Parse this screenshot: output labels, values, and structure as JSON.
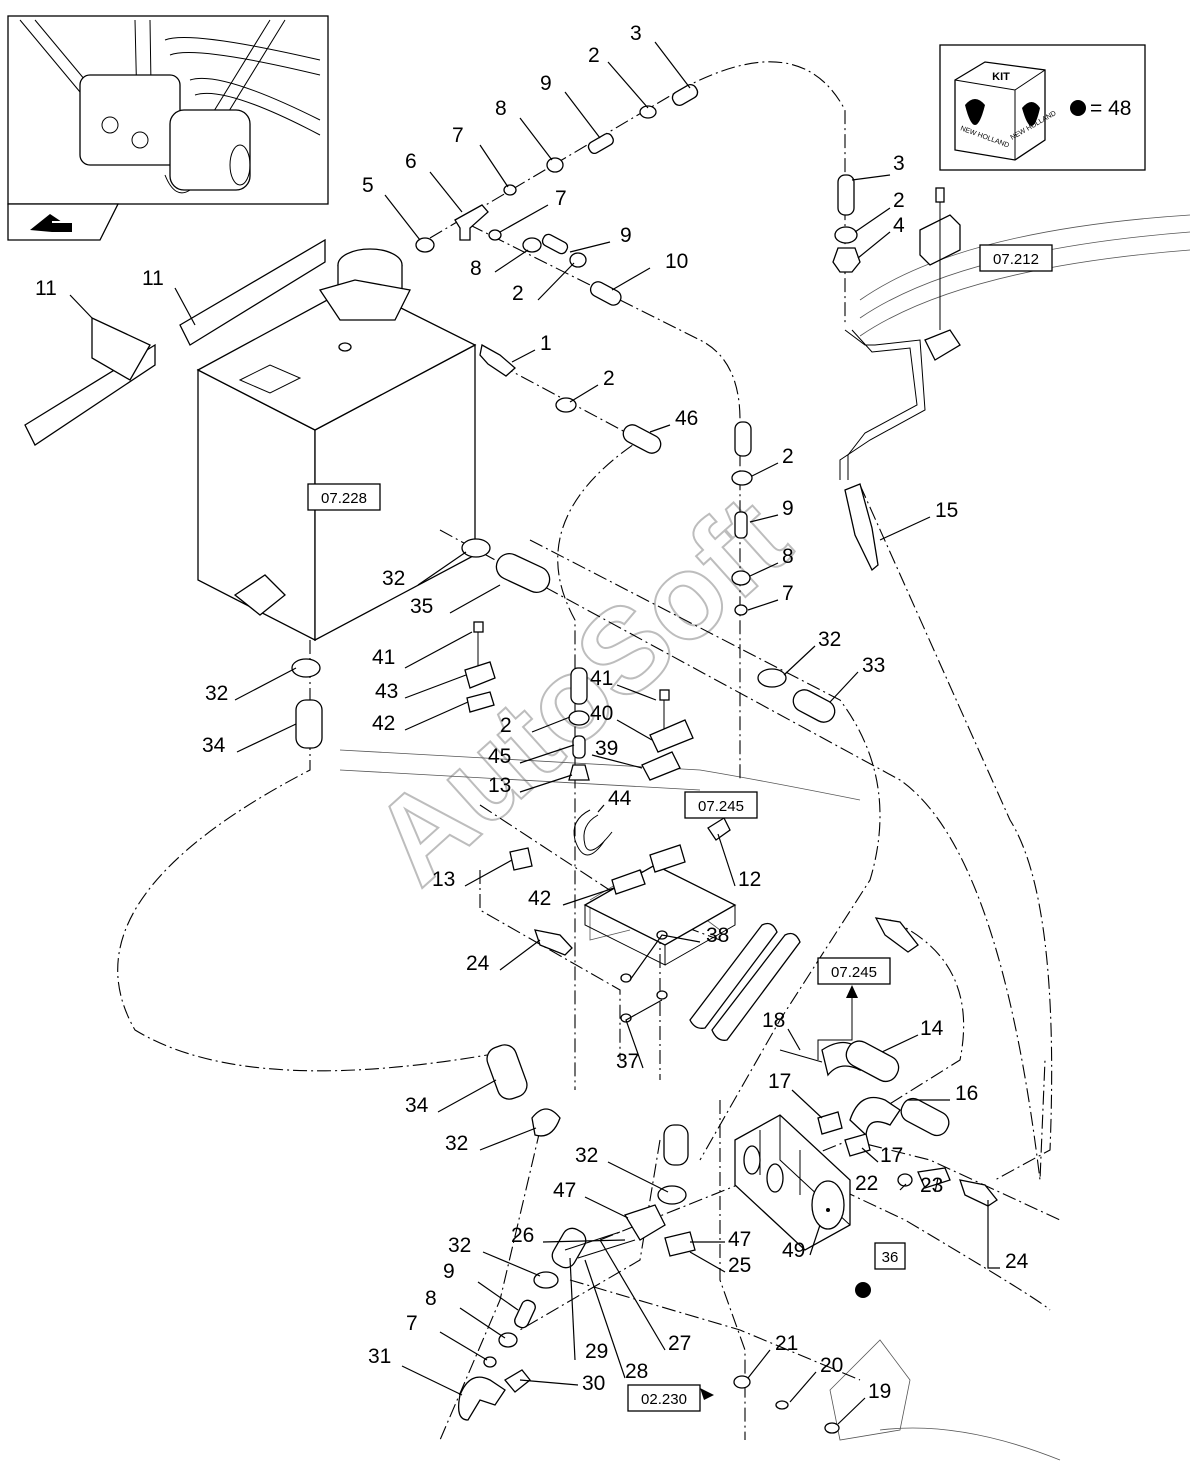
{
  "kit_legend": {
    "box_label": "KIT",
    "brand_text": "NEW HOLLAND",
    "equation": "= 48"
  },
  "refs": {
    "r07212": "07.212",
    "r07228": "07.228",
    "r07245a": "07.245",
    "r07245b": "07.245",
    "r36": "36",
    "r02230": "02.230"
  },
  "watermark": "AutoSoft",
  "labels": [
    "3",
    "2",
    "9",
    "8",
    "7",
    "6",
    "5",
    "7",
    "9",
    "8",
    "2",
    "10",
    "11",
    "11",
    "1",
    "2",
    "46",
    "3",
    "2",
    "4",
    "2",
    "9",
    "8",
    "7",
    "15",
    "32",
    "35",
    "32",
    "33",
    "41",
    "43",
    "42",
    "41",
    "40",
    "2",
    "45",
    "39",
    "13",
    "44",
    "32",
    "34",
    "13",
    "12",
    "42",
    "24",
    "38",
    "37",
    "18",
    "14",
    "17",
    "16",
    "17",
    "34",
    "32",
    "32",
    "47",
    "26",
    "47",
    "25",
    "22",
    "23",
    "24",
    "49",
    "32",
    "9",
    "8",
    "7",
    "31",
    "30",
    "29",
    "28",
    "27",
    "21",
    "20",
    "19"
  ]
}
